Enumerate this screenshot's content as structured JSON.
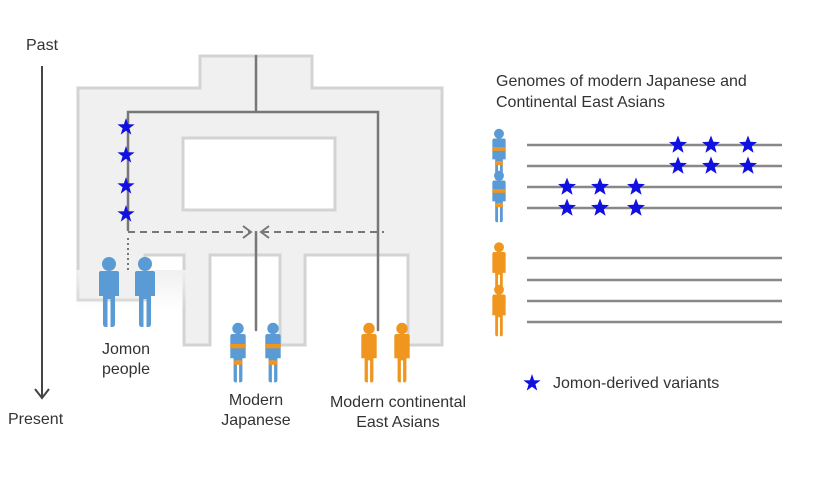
{
  "time_axis": {
    "top_label": "Past",
    "bottom_label": "Present"
  },
  "groups": {
    "jomon": {
      "line1": "Jomon",
      "line2": "people"
    },
    "modern_japanese": {
      "line1": "Modern",
      "line2": "Japanese"
    },
    "continental": {
      "line1": "Modern continental",
      "line2": "East Asians"
    }
  },
  "genomes_panel": {
    "title_line1": "Genomes of modern Japanese and",
    "title_line2": "Continental East Asians",
    "rows": [
      {
        "person": "mixed",
        "star_group": "right"
      },
      {
        "person": "mixed",
        "star_group": "right"
      },
      {
        "person": "mixed",
        "star_group": "left"
      },
      {
        "person": "mixed",
        "star_group": "left"
      },
      {
        "person": "continental",
        "star_group": "none"
      },
      {
        "person": "continental",
        "star_group": "none"
      },
      {
        "person": "continental",
        "star_group": "none"
      },
      {
        "person": "continental",
        "star_group": "none"
      }
    ]
  },
  "legend": {
    "label": "Jomon-derived variants",
    "icon": "star-icon"
  },
  "colors": {
    "jomon_blue": "#5b9bd5",
    "continental_orange": "#f0961e",
    "star_blue": "#1010e0",
    "tree_fill": "#f0f0f0",
    "tree_outline": "#cfcfcf",
    "line_gray": "#777777"
  }
}
